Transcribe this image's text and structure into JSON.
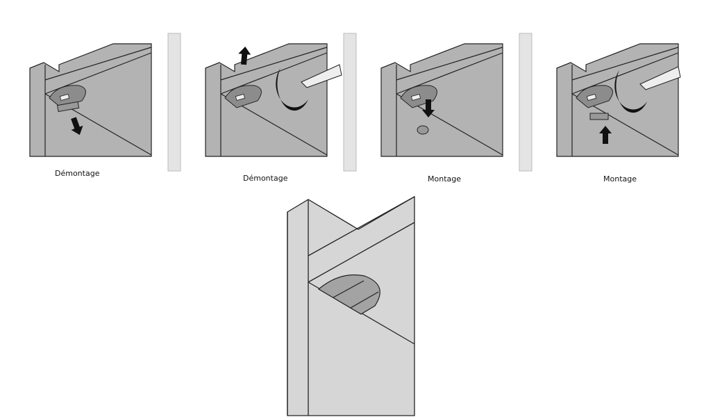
{
  "steps": [
    {
      "label": "Démontage",
      "arrow": "down",
      "tool": "none"
    },
    {
      "label": "Démontage",
      "arrow": "up",
      "tool": "screwdriver"
    },
    {
      "label": "Montage",
      "arrow": "down",
      "tool": "screw"
    },
    {
      "label": "Montage",
      "arrow": "up",
      "tool": "screwdriver"
    }
  ],
  "colors": {
    "panel": "#b3b3b3",
    "detail_panel": "#d6d6d6",
    "divider": "#d9d9d9",
    "line": "#1a1a1a"
  }
}
